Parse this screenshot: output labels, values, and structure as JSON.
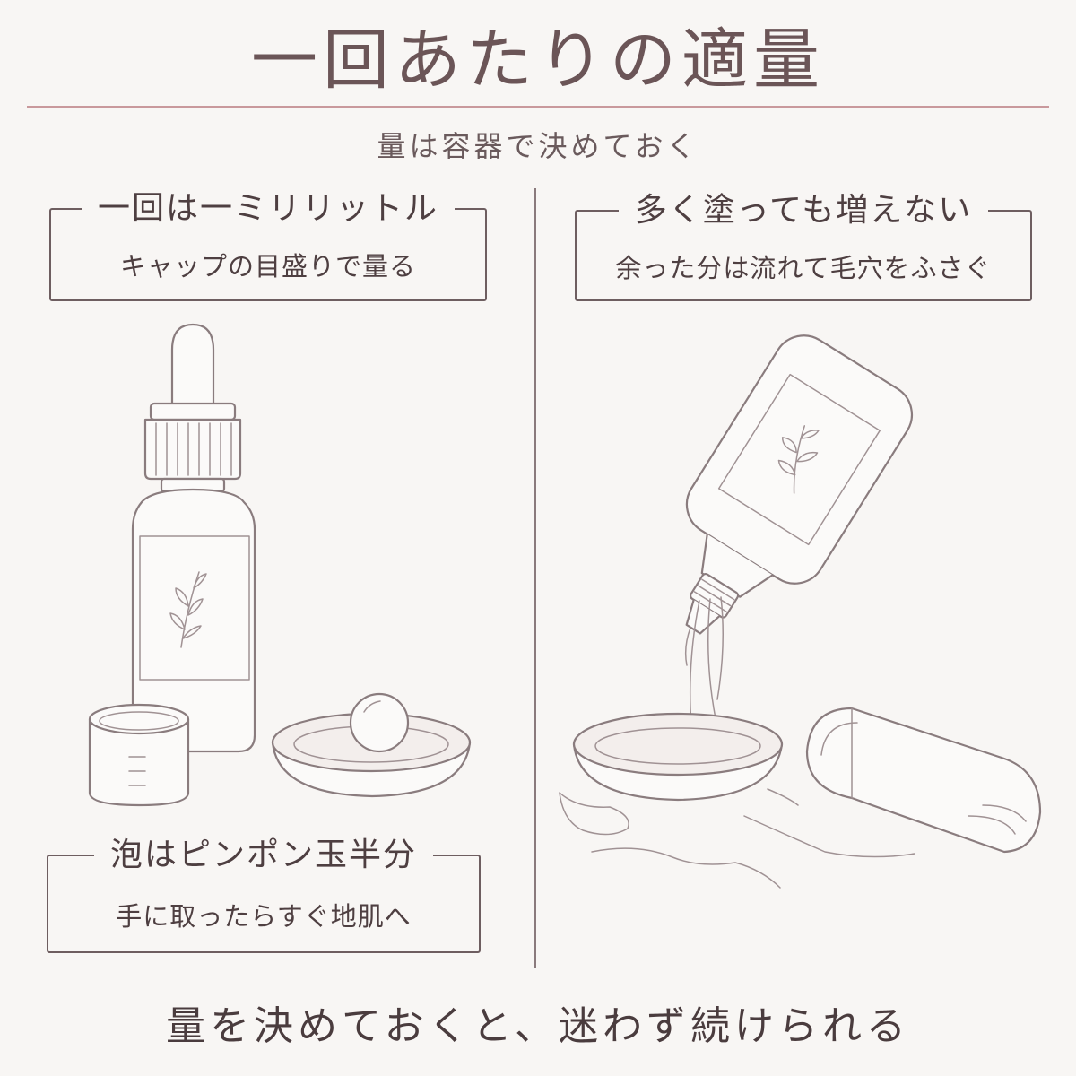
{
  "title": "一回あたりの適量",
  "subtitle": "量は容器で決めておく",
  "left_top": {
    "heading": "一回は一ミリリットル",
    "sub": "キャップの目盛りで量る"
  },
  "right_top": {
    "heading": "多く塗っても増えない",
    "sub": "余った分は流れて毛穴をふさぐ"
  },
  "left_bottom": {
    "heading": "泡はピンポン玉半分",
    "sub": "手に取ったらすぐ地肌へ"
  },
  "footer": "量を決めておくと、迷わず続けられる",
  "colors": {
    "accent_rule": "#c9999c",
    "text": "#4e3f41",
    "line_art": "#8a7c7e",
    "background": "#f8f6f4"
  }
}
